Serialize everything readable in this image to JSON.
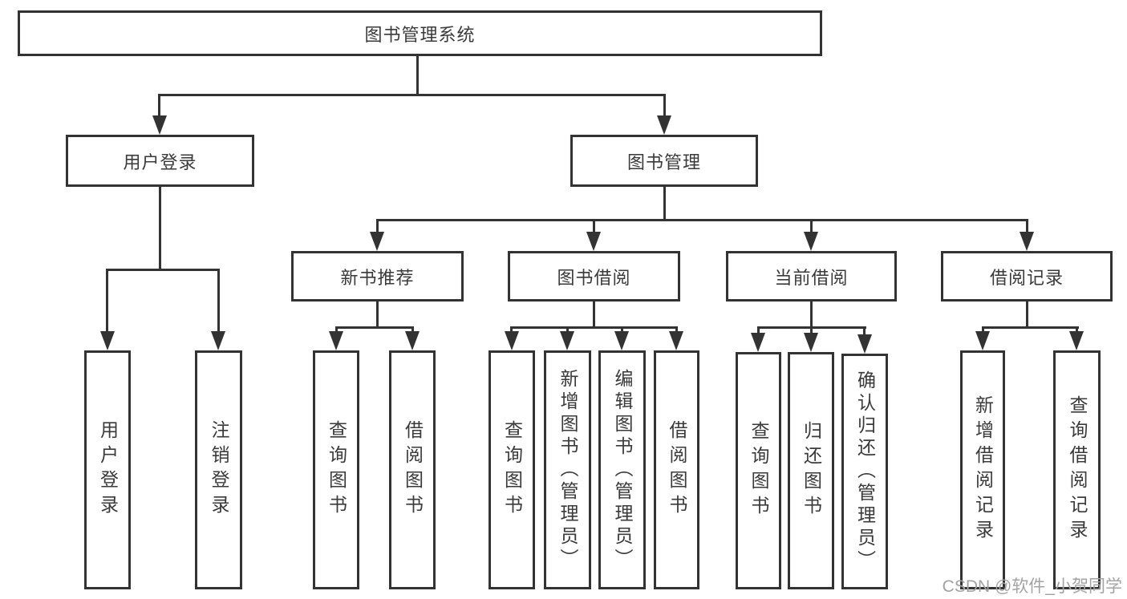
{
  "diagram_type": "hierarchy-tree",
  "colors": {
    "line": "#333333",
    "text": "#3a3a3a",
    "background": "#ffffff",
    "watermark": "#a3a3a3"
  },
  "root": {
    "label": "图书管理系统"
  },
  "user_branch": {
    "label": "用户登录",
    "children": [
      "用户登录",
      "注销登录"
    ]
  },
  "mgmt_branch": {
    "label": "图书管理",
    "groups": [
      {
        "label": "新书推荐",
        "children": [
          "查询图书",
          "借阅图书"
        ]
      },
      {
        "label": "图书借阅",
        "children": [
          "查询图书",
          "新增图书（管理员）",
          "编辑图书（管理员）",
          "借阅图书"
        ]
      },
      {
        "label": "当前借阅",
        "children": [
          "查询图书",
          "归还图书",
          "确认归还（管理员）"
        ]
      },
      {
        "label": "借阅记录",
        "children": [
          "新增借阅记录",
          "查询借阅记录"
        ]
      }
    ]
  },
  "watermark": "CSDN @软件_小贺同学"
}
